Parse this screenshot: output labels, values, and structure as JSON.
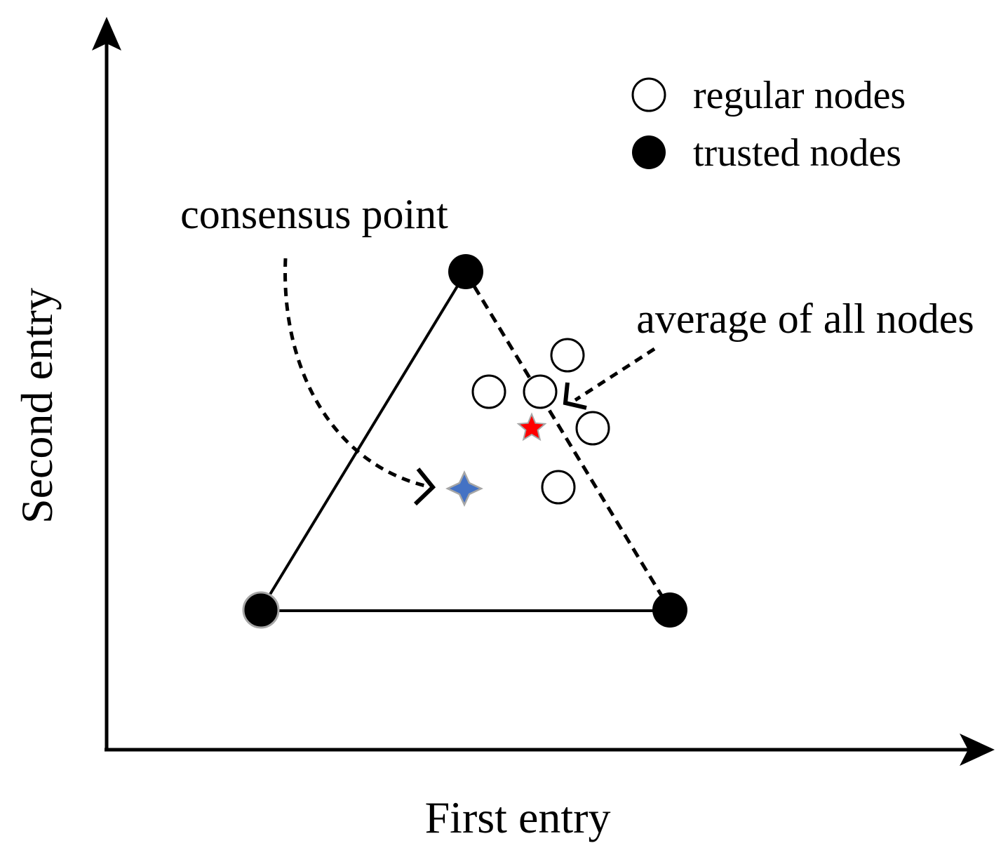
{
  "axes": {
    "x_label": "First entry",
    "y_label": "Second entry"
  },
  "legend": {
    "items": [
      {
        "marker": "open-circle",
        "label": "regular nodes"
      },
      {
        "marker": "filled-circle",
        "label": "trusted nodes"
      }
    ]
  },
  "annotations": {
    "consensus_point": "consensus point",
    "average_of_all_nodes": "average of all nodes"
  },
  "colors": {
    "consensus_point_star": "#4472c4",
    "average_star": "#ff0000",
    "ink": "#000000"
  },
  "icons": {
    "consensus": "four-point-star-icon",
    "average": "five-point-star-icon"
  }
}
